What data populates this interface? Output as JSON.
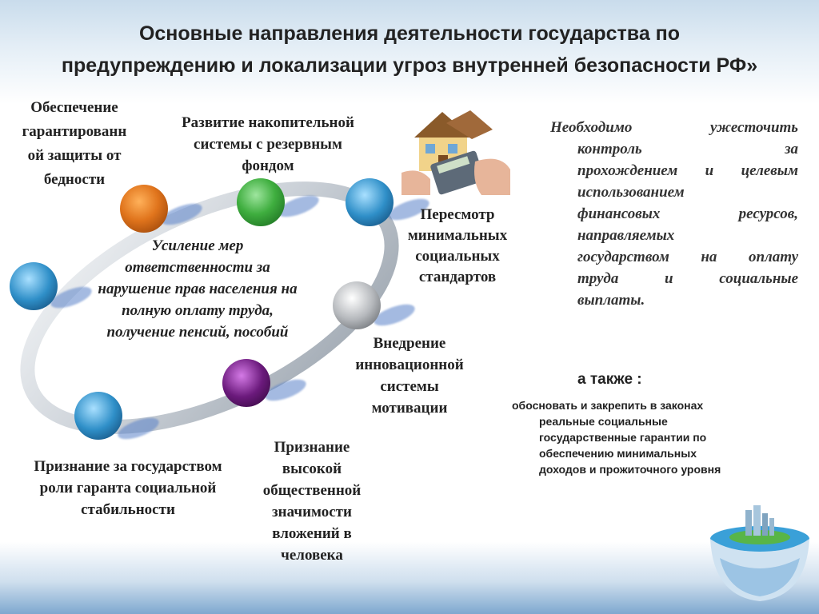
{
  "title": {
    "line1": "Основные направления деятельности государства по",
    "line2": "предупреждению и локализации угроз внутренней безопасности  РФ»"
  },
  "labels": {
    "poverty": [
      "Обеспечение",
      "гарантированн",
      "ой защиты от",
      "бедности"
    ],
    "accumulative": [
      "Развитие накопительной",
      "системы с резервным",
      "фондом"
    ],
    "standards": [
      "Пересмотр",
      "минимальных",
      "социальных",
      "стандартов"
    ],
    "responsibility": [
      "Усиление мер",
      "ответственности за",
      "нарушение прав населения на",
      "полную оплату труда,",
      "получение пенсий, пособий"
    ],
    "innovation": [
      "Внедрение",
      "инновационной",
      "системы",
      "мотивации"
    ],
    "guarantor": [
      "Признание за государством",
      "роли гаранта социальной",
      "стабильности"
    ],
    "investment": [
      "Признание",
      "высокой",
      "общественной",
      "значимости",
      "вложений в",
      "человека"
    ]
  },
  "right_note": [
    "Необходимо ужесточить",
    "контроль за",
    "прохождением и целевым",
    "использованием",
    "финансовых ресурсов,",
    "направляемых",
    "государством на оплату",
    "труда и социальные",
    "выплаты."
  ],
  "also": {
    "heading": "а также :",
    "lines": [
      "обосновать и закрепить в законах",
      "реальные  социальные",
      "государственные  гарантии по",
      "обеспечению минимальных",
      "доходов и прожиточного уровня"
    ]
  },
  "colors": {
    "orange": "#e0741c",
    "green": "#3fae3f",
    "blue": "#2f8fc8",
    "silver": "#b5b8bc",
    "purple": "#6b1a7c",
    "ring": "#c8cfd6"
  }
}
